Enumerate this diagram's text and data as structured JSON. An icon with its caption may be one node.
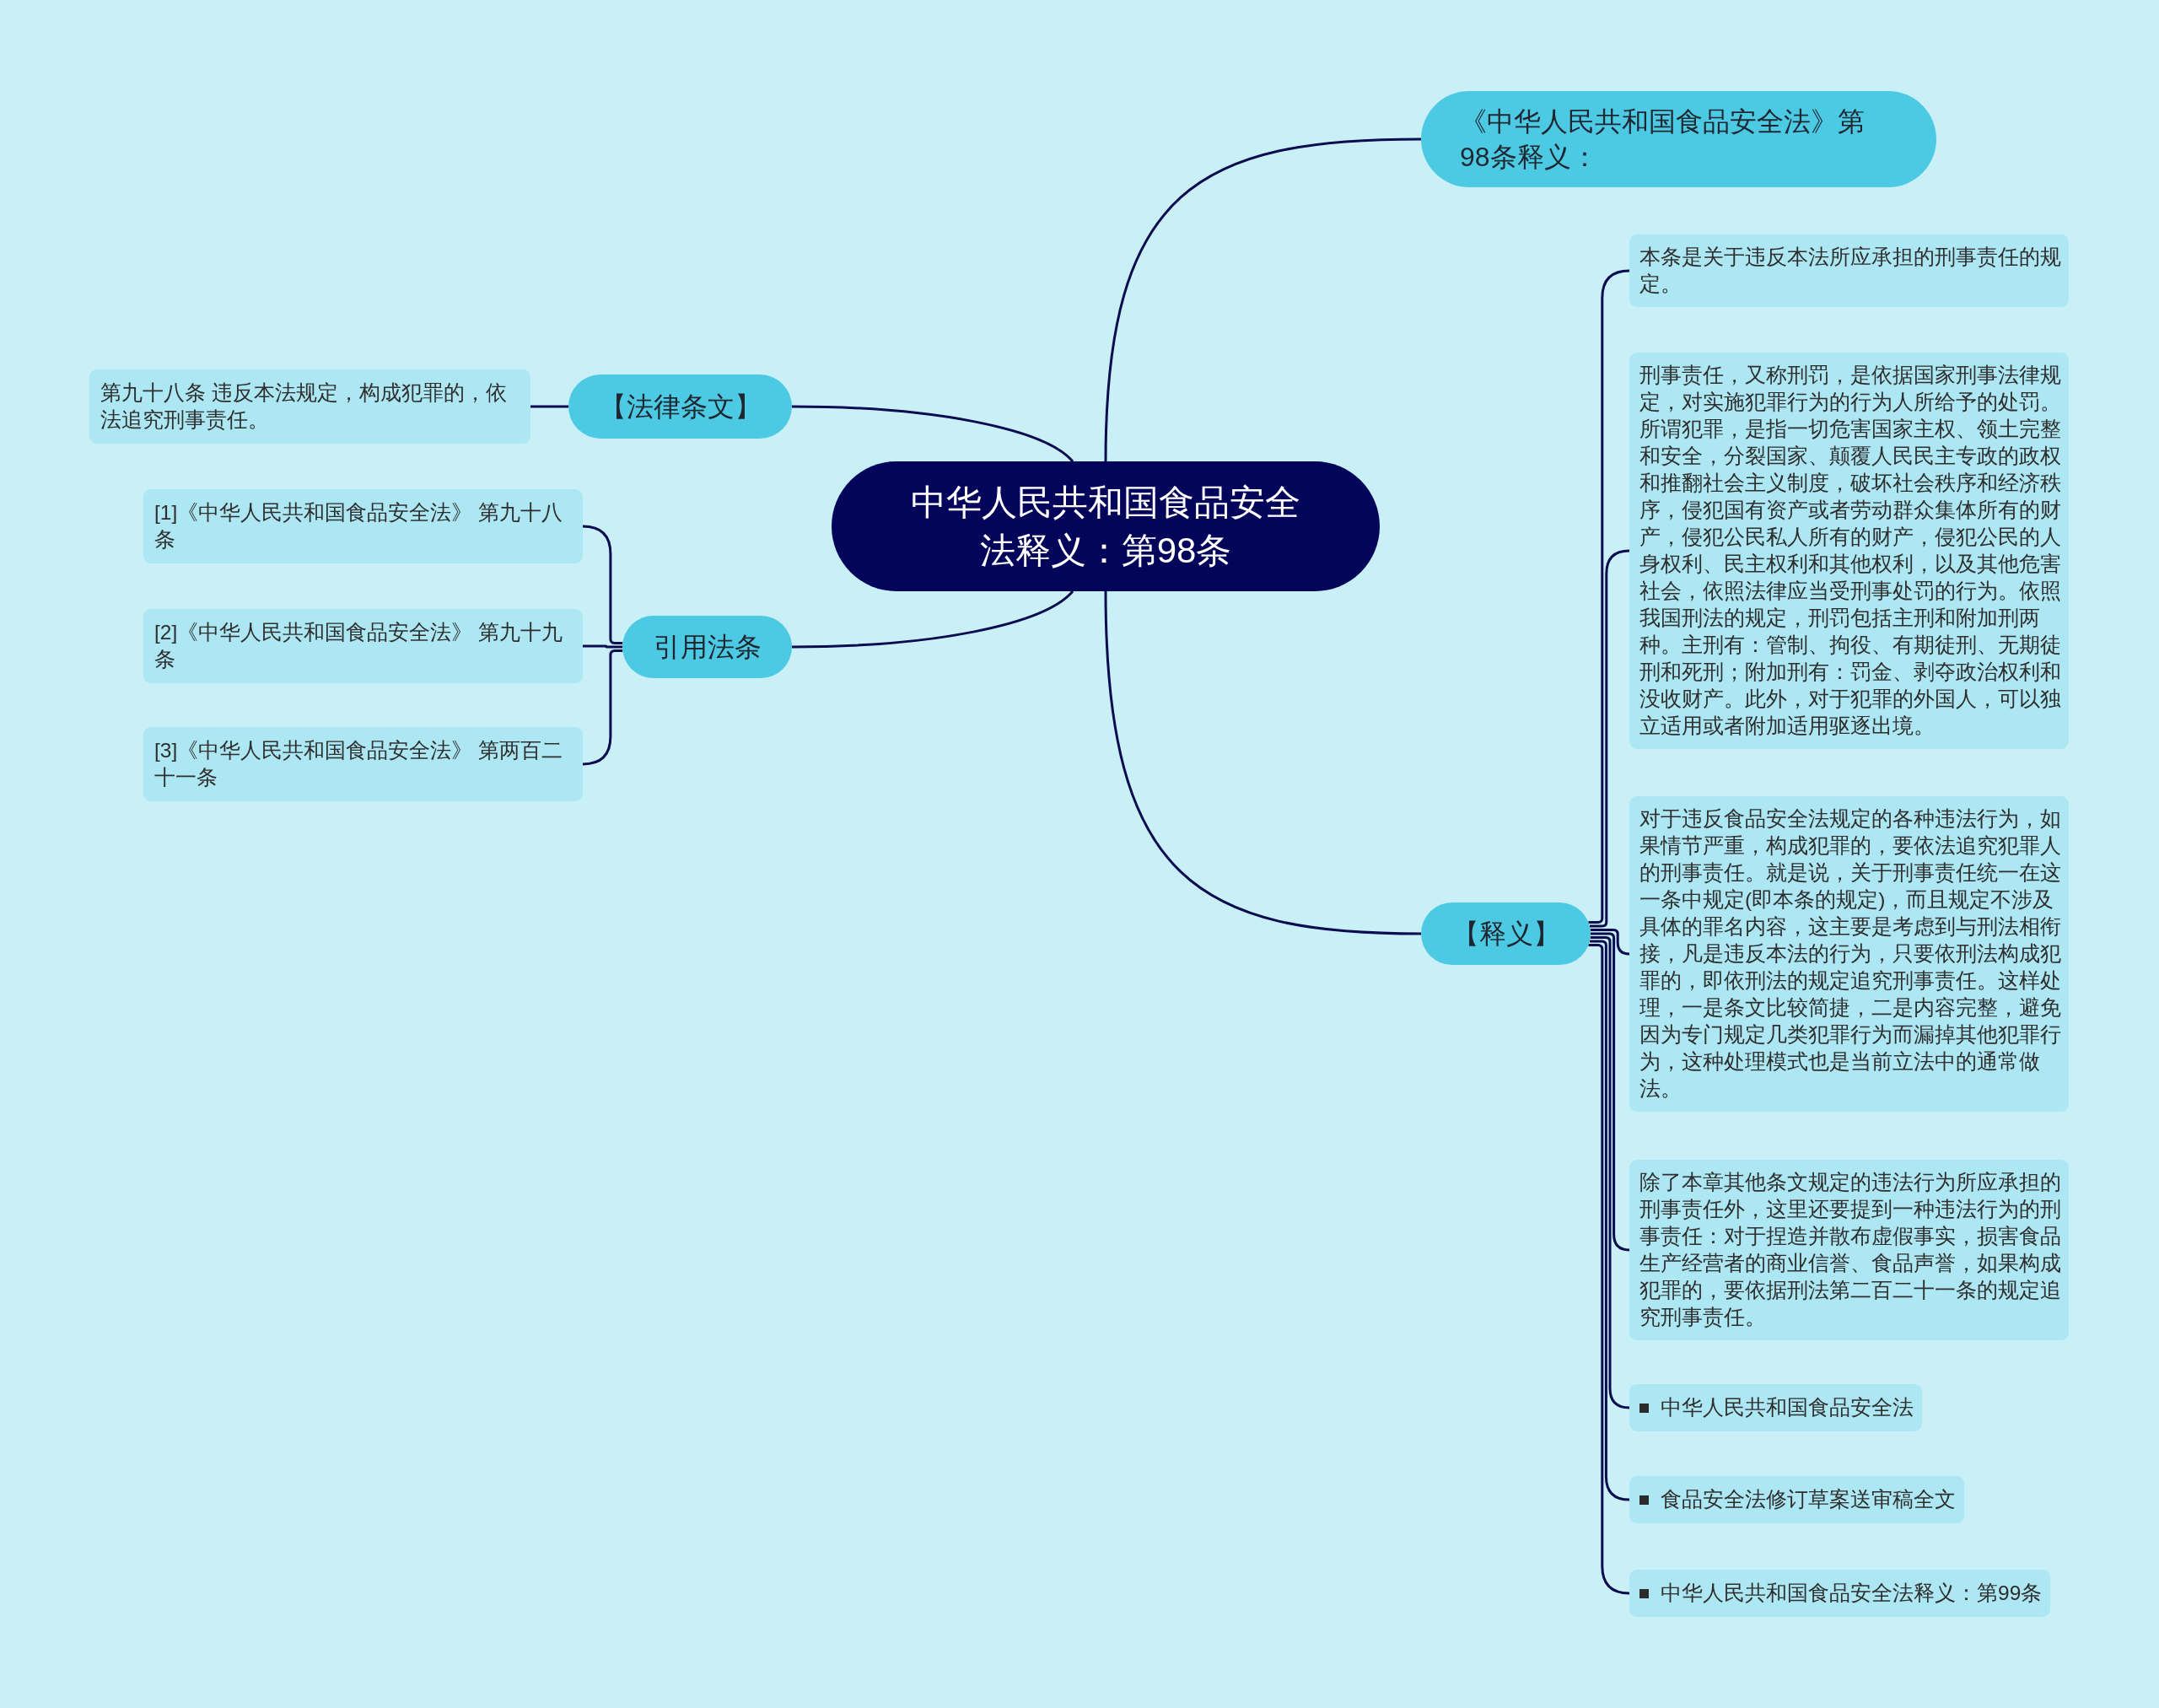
{
  "diagram": {
    "nodes": [
      {
        "text": [
          "中华人民共和国食品安全法释义：第98条"
        ]
      },
      {
        "text": [
          "《中华人民共和国食品安全法》第98条释义："
        ]
      },
      {
        "text": [
          "【释义】"
        ]
      },
      {
        "text": [
          "本条是关于违反本法所应承担的刑事责任的规定。"
        ]
      },
      {
        "text": [
          "刑事责任，又称刑罚，是依据国家刑事法律规定，对实施犯罪行为的行为人所给予的处罚。所谓犯罪，是指一切危害国家主权、领土完整和安全，分裂国家、颠覆人民民主专政的政权和推翻社会主义制度，破坏社会秩序和经济秩序，侵犯国有资产或者劳动群众集体所有的财产，侵犯公民私人所有的财产，侵犯公民的人身权利、民主权利和其他权利，以及其他危害社会，依照法律应当受刑事处罚的行为。依照我国刑法的规定，刑罚包括主刑和附加刑两种。主刑有：管制、拘役、有期徒刑、无期徒刑和死刑；附加刑有：罚金、剥夺政治权利和没收财产。此外，对于犯罪的外国人，可以独立适用或者附加适用驱逐出境。"
        ]
      },
      {
        "text": [
          "对于违反食品安全法规定的各种违法行为，如果情节严重，构成犯罪的，要依法追究犯罪人的刑事责任。就是说，关于刑事责任统一在这一条中规定(即本条的规定)，而且规定不涉及具体的罪名内容，这主要是考虑到与刑法相衔接，凡是违反本法的行为，只要依刑法构成犯罪的，即依刑法的规定追究刑事责任。这样处理，一是条文比较简捷，二是内容完整，避免因为专门规定几类犯罪行为而漏掉其他犯罪行为，这种处理模式也是当前立法中的通常做法。"
        ]
      },
      {
        "text": [
          "除了本章其他条文规定的违法行为所应承担的刑事责任外，这里还要提到一种违法行为的刑事责任：对于捏造并散布虚假事实，损害食品生产经营者的商业信誉、食品声誉，如果构成犯罪的，要依据刑法第二百二十一条的规定追究刑事责任。"
        ]
      },
      {
        "text": [
          "中华人民共和国食品安全法"
        ]
      },
      {
        "text": [
          "食品安全法修订草案送审稿全文"
        ]
      },
      {
        "text": [
          "中华人民共和国食品安全法释义：第99条"
        ]
      },
      {
        "text": [
          "【法律条文】"
        ]
      },
      {
        "text": [
          "第九十八条 违反本法规定，构成犯罪的，依法追究刑事责任。"
        ]
      },
      {
        "text": [
          "引用法条"
        ]
      },
      {
        "text": [
          "[1]《中华人民共和国食品安全法》 第九十八条"
        ]
      },
      {
        "text": [
          "[2]《中华人民共和国食品安全法》 第九十九条"
        ]
      },
      {
        "text": [
          "[3]《中华人民共和国食品安全法》 第两百二十一条"
        ]
      }
    ],
    "edges": [
      {
        "from": 0,
        "to": 1,
        "arrow": "none"
      },
      {
        "from": 0,
        "to": 2,
        "arrow": "none"
      },
      {
        "from": 2,
        "to": 3,
        "arrow": "none"
      },
      {
        "from": 2,
        "to": 4,
        "arrow": "none"
      },
      {
        "from": 2,
        "to": 5,
        "arrow": "none"
      },
      {
        "from": 2,
        "to": 6,
        "arrow": "none"
      },
      {
        "from": 2,
        "to": 7,
        "arrow": "none"
      },
      {
        "from": 2,
        "to": 8,
        "arrow": "none"
      },
      {
        "from": 2,
        "to": 9,
        "arrow": "none"
      },
      {
        "from": 0,
        "to": 10,
        "arrow": "none"
      },
      {
        "from": 10,
        "to": 11,
        "arrow": "none"
      },
      {
        "from": 0,
        "to": 12,
        "arrow": "none"
      },
      {
        "from": 12,
        "to": 13,
        "arrow": "none"
      },
      {
        "from": 12,
        "to": 14,
        "arrow": "none"
      },
      {
        "from": 12,
        "to": 15,
        "arrow": "none"
      }
    ]
  }
}
